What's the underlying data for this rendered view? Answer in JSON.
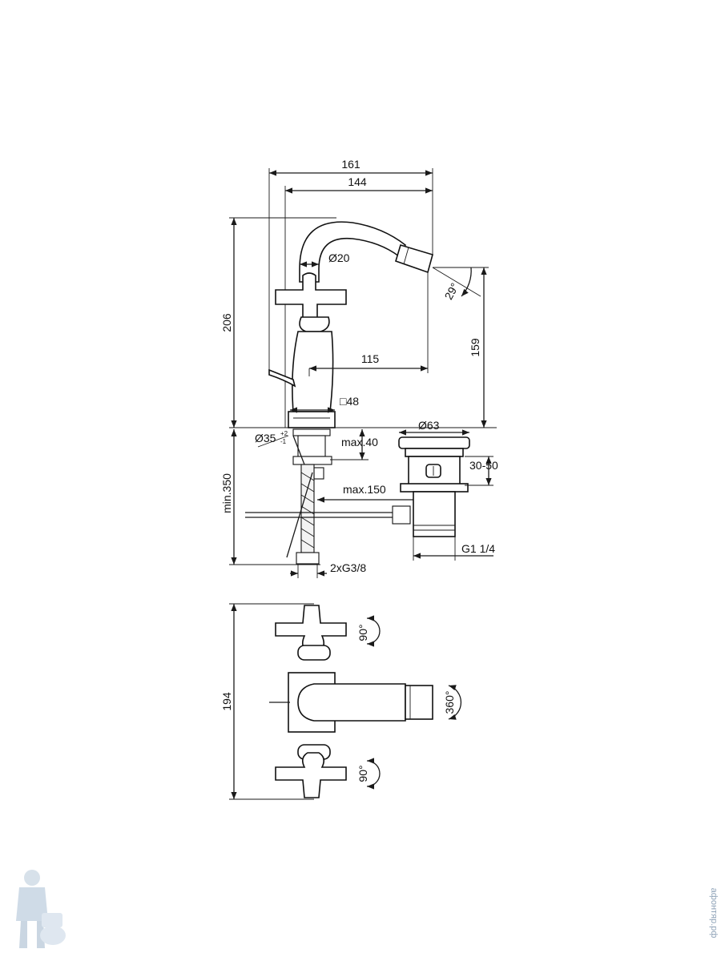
{
  "dimensions": {
    "total_width": "161",
    "spout_width": "144",
    "total_height": "206",
    "spout_diameter": "Ø20",
    "spout_angle": "29°",
    "spout_height": "159",
    "spout_reach": "115",
    "base_square": "□48",
    "hole_diameter": "Ø35",
    "hole_tolerance_plus": "+2",
    "hole_tolerance_minus": "-1",
    "deck_thickness": "max.40",
    "waste_diameter": "Ø63",
    "waste_range": "30-50",
    "pull_rod_length": "max.150",
    "waste_thread": "G1 1/4",
    "hose_length": "min.350",
    "hose_thread": "2xG3/8",
    "plan_depth": "194",
    "handle_rotation_top": "90°",
    "spout_rotation": "360°",
    "handle_rotation_bottom": "90°"
  },
  "watermark": {
    "site": "афонтяр.рф",
    "logo": "plumber-mascot-logo"
  },
  "colors": {
    "line": "#1a1a1a",
    "watermark": "#8fa3b8"
  }
}
